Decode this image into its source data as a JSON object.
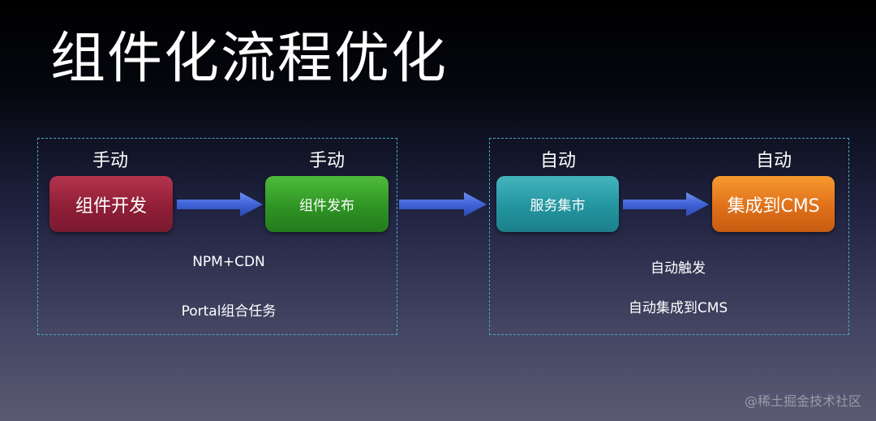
{
  "title": "组件化流程优化",
  "left_group": {
    "step1": {
      "label": "手动",
      "box": "组件开发"
    },
    "step2": {
      "label": "手动",
      "box": "组件发布"
    },
    "notes": [
      "NPM+CDN",
      "Portal组合任务"
    ]
  },
  "right_group": {
    "step1": {
      "label": "自动",
      "box": "服务集市"
    },
    "step2": {
      "label": "自动",
      "box": "集成到CMS"
    },
    "notes": [
      "自动触发",
      "自动集成到CMS"
    ]
  },
  "colors": {
    "box_develop": "#8f1f37",
    "box_publish": "#2e9424",
    "box_market": "#23959f",
    "box_cms": "#e0701a",
    "arrow": "#3f63d6",
    "dashed_border": "#4aa7c7"
  },
  "watermark": "@稀土掘金技术社区"
}
